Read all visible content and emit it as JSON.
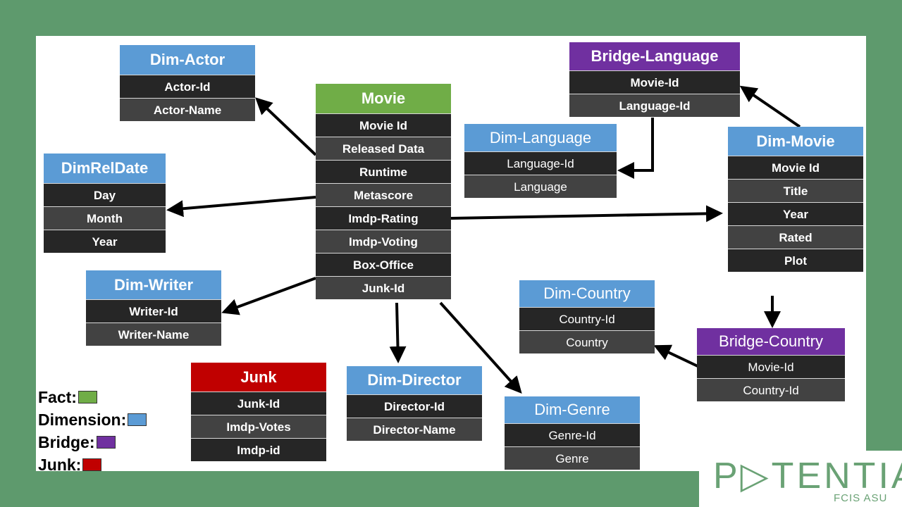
{
  "tables": {
    "dim_actor": {
      "title": "Dim-Actor",
      "rows": [
        "Actor-Id",
        "Actor-Name"
      ]
    },
    "movie": {
      "title": "Movie",
      "rows": [
        "Movie Id",
        "Released Data",
        "Runtime",
        "Metascore",
        "Imdp-Rating",
        "Imdp-Voting",
        "Box-Office",
        "Junk-Id"
      ]
    },
    "bridge_language": {
      "title": "Bridge-Language",
      "rows": [
        "Movie-Id",
        "Language-Id"
      ]
    },
    "dim_language": {
      "title": "Dim-Language",
      "rows": [
        "Language-Id",
        "Language"
      ]
    },
    "dim_movie": {
      "title": "Dim-Movie",
      "rows": [
        "Movie Id",
        "Title",
        "Year",
        "Rated",
        "Plot"
      ]
    },
    "dim_rel_date": {
      "title": "DimRelDate",
      "rows": [
        "Day",
        "Month",
        "Year"
      ]
    },
    "dim_writer": {
      "title": "Dim-Writer",
      "rows": [
        "Writer-Id",
        "Writer-Name"
      ]
    },
    "dim_country": {
      "title": "Dim-Country",
      "rows": [
        "Country-Id",
        "Country"
      ]
    },
    "bridge_country": {
      "title": "Bridge-Country",
      "rows": [
        "Movie-Id",
        "Country-Id"
      ]
    },
    "junk": {
      "title": "Junk",
      "rows": [
        "Junk-Id",
        "Imdp-Votes",
        "Imdp-id"
      ]
    },
    "dim_director": {
      "title": "Dim-Director",
      "rows": [
        "Director-Id",
        "Director-Name"
      ]
    },
    "dim_genre": {
      "title": "Dim-Genre",
      "rows": [
        "Genre-Id",
        "Genre"
      ]
    }
  },
  "legend": {
    "fact": "Fact:",
    "dimension": "Dimension:",
    "bridge": "Bridge:",
    "junk": "Junk:"
  },
  "colors": {
    "fact": "#70ad47",
    "dimension": "#5b9bd5",
    "bridge": "#7030a0",
    "junk": "#c00000",
    "background": "#5e9a6d"
  },
  "logo": {
    "word": "P▷TENTIA",
    "sub": "FCIS ASU"
  }
}
